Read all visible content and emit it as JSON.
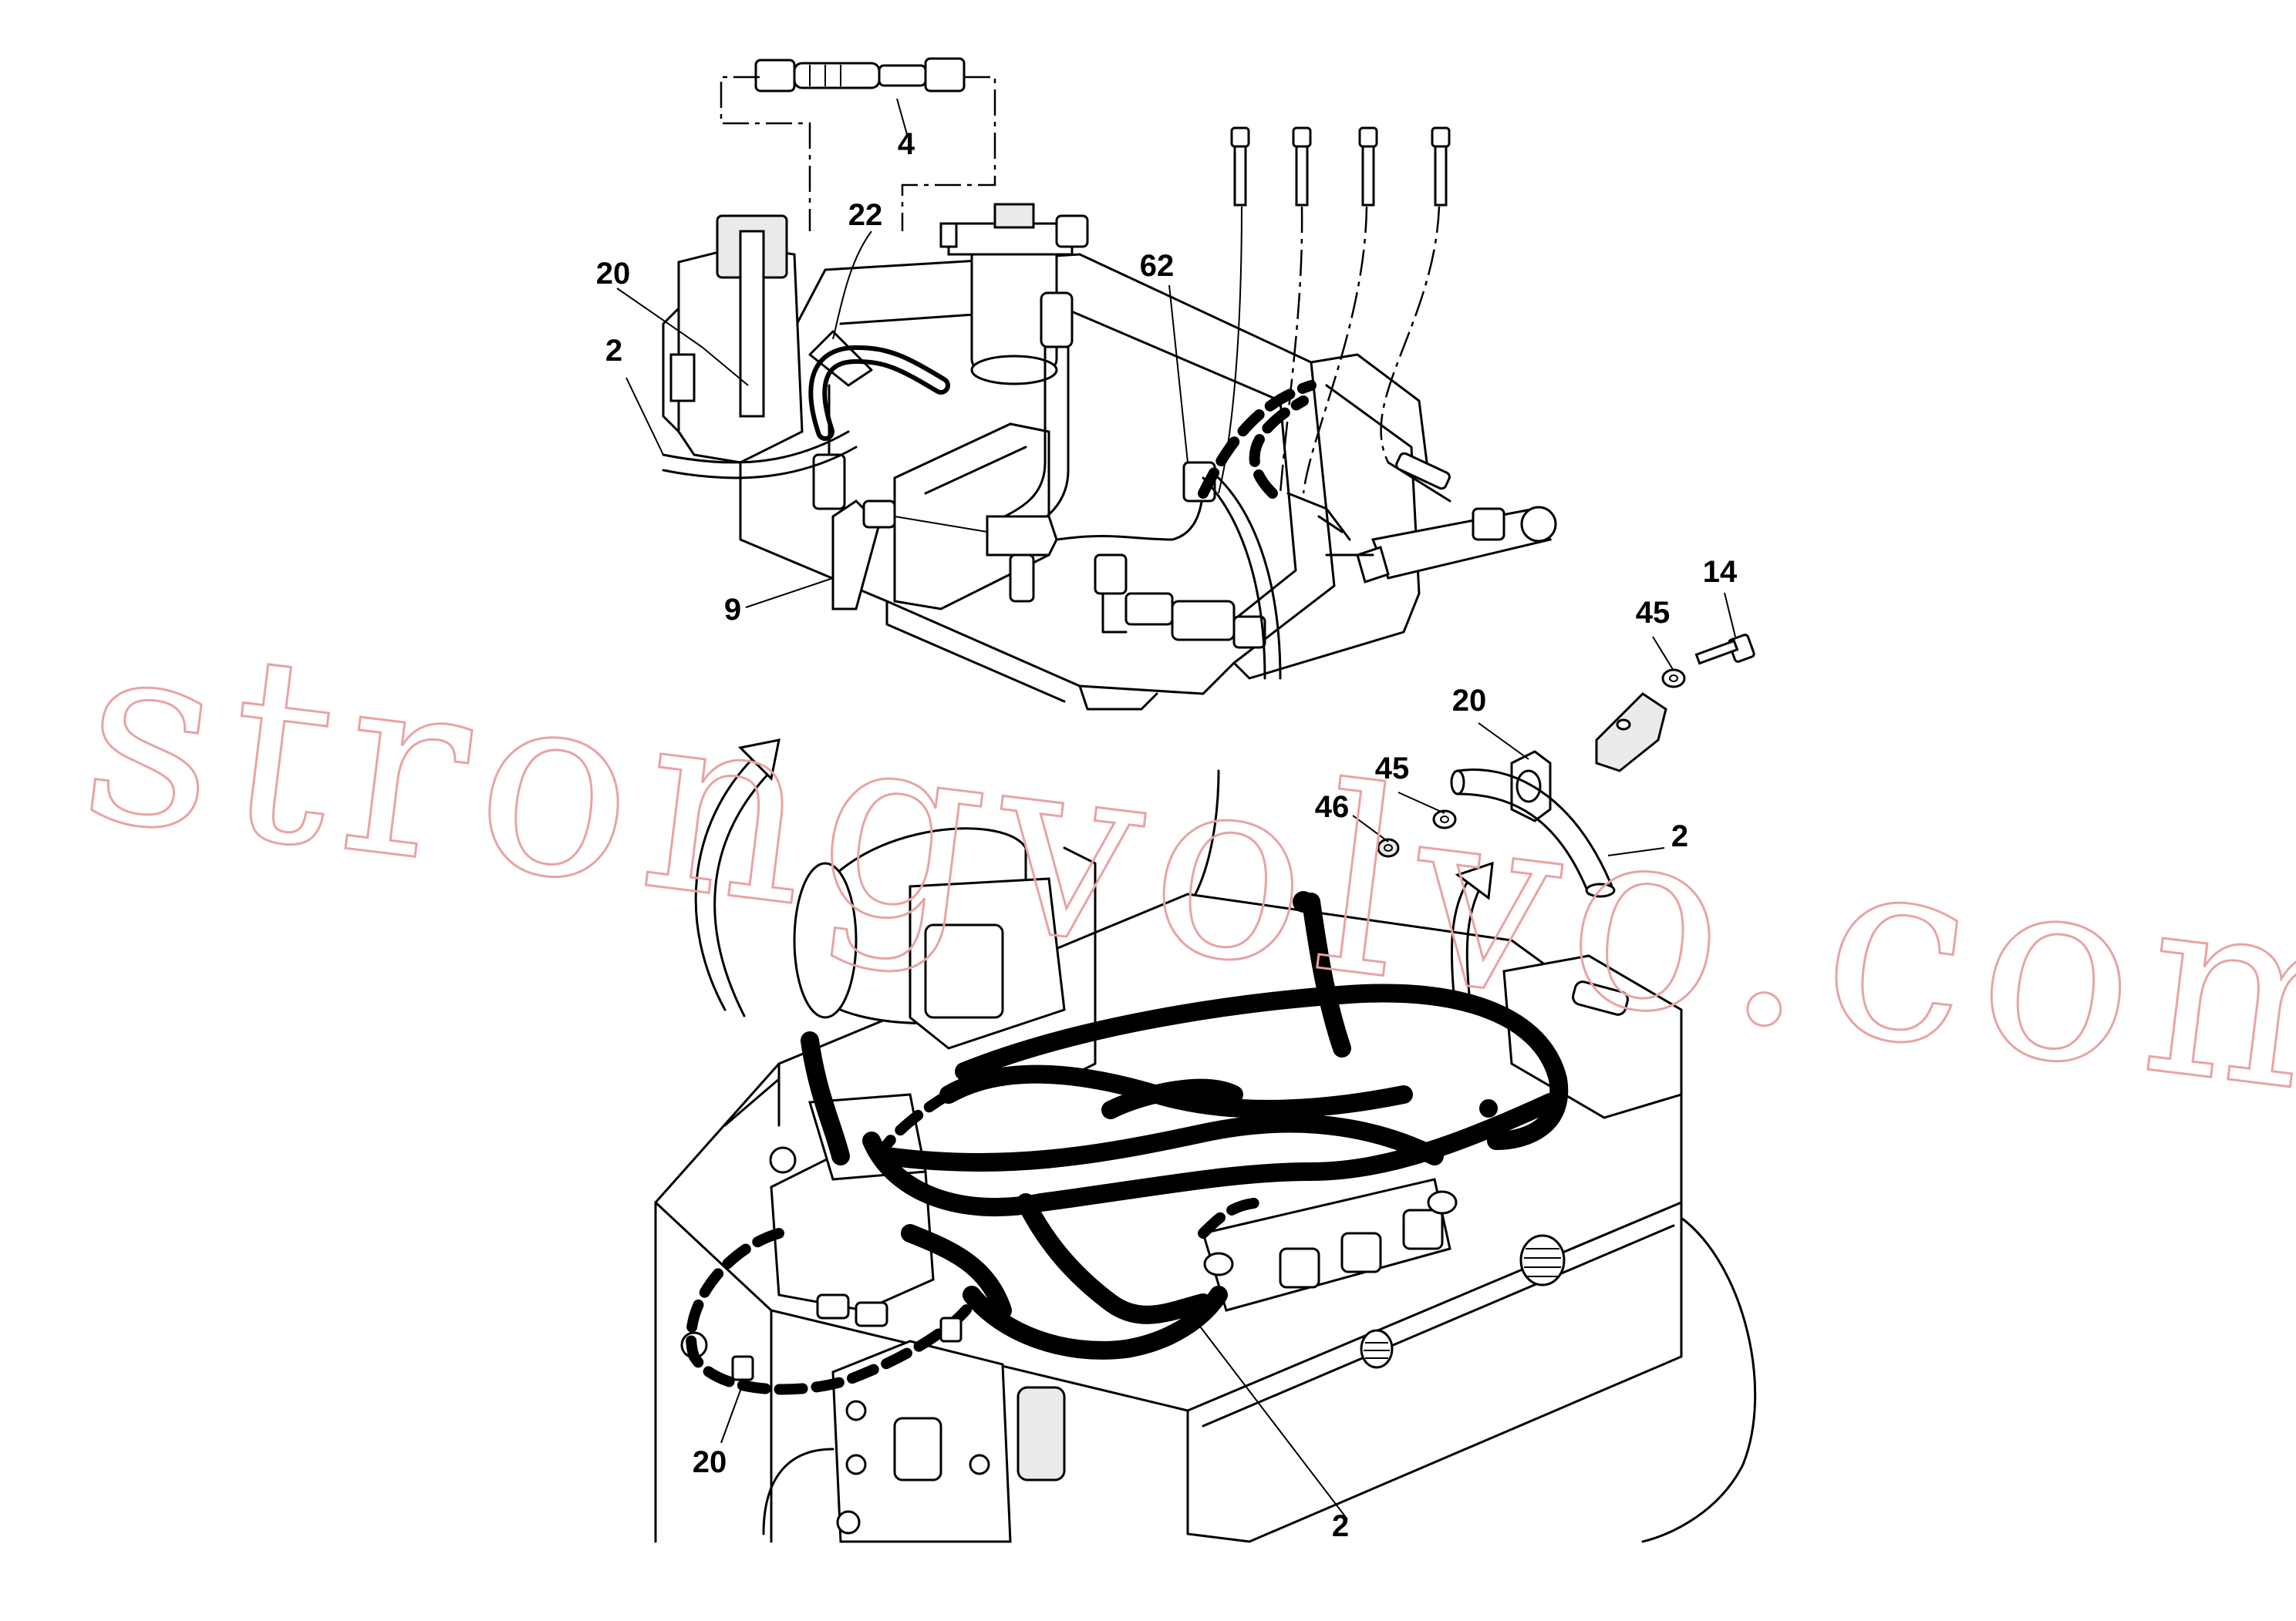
{
  "callouts": {
    "c4": "4",
    "c22": "22",
    "c20_top": "20",
    "c2_top": "2",
    "c62": "62",
    "c9": "9",
    "c14": "14",
    "c45_a": "45",
    "c20_mid": "20",
    "c45_b": "45",
    "c46": "46",
    "c2_mid": "2",
    "c20_bottom": "20",
    "c2_bottom": "2"
  },
  "watermark": "strongvolvo.com",
  "colors": {
    "ink": "#000000",
    "paper": "#ffffff",
    "watermark": "#e8a3a3"
  }
}
